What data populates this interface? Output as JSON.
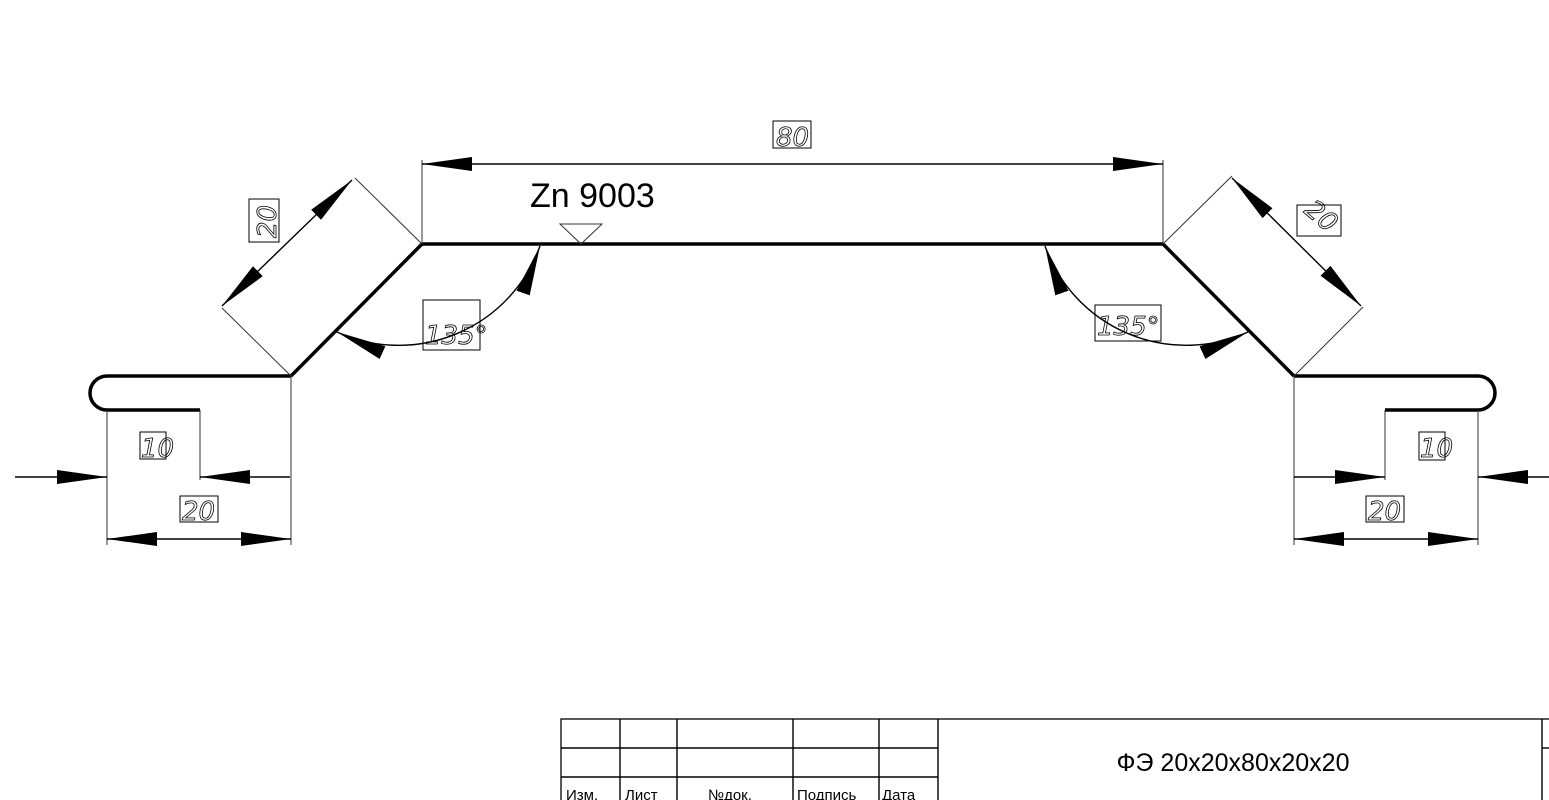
{
  "drawing": {
    "coating_label": "Zn 9003",
    "dimensions": {
      "top_width": "80",
      "left_slope_length": "20",
      "right_slope_length": "20",
      "left_angle": "135°",
      "right_angle": "135°",
      "left_flange_hem": "10",
      "left_flange_width": "20",
      "right_flange_hem": "10",
      "right_flange_width": "20"
    }
  },
  "title_block": {
    "designation": "ФЭ 20x20x80x20x20",
    "header_labels": {
      "change": "Изм.",
      "sheet": "Лист",
      "doc_number": "№док.",
      "signature": "Подпись",
      "date": "Дата"
    }
  }
}
